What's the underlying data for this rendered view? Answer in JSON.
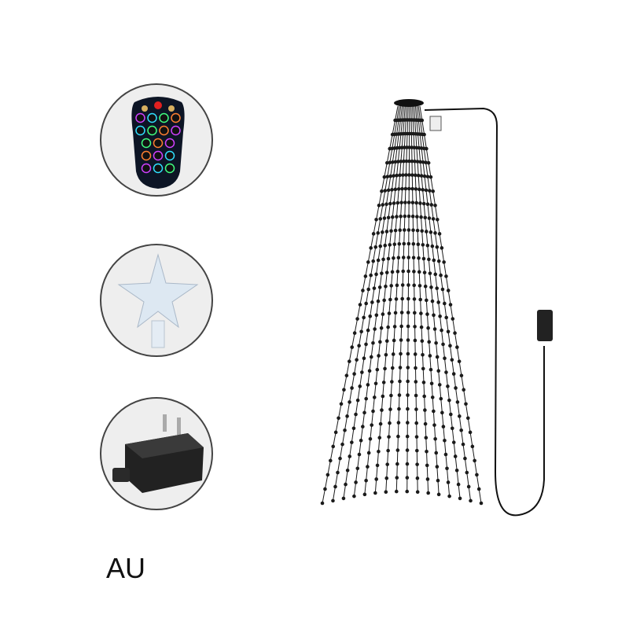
{
  "variant_label": "AU",
  "accessories": [
    {
      "name": "remote-control",
      "icon": "remote-icon"
    },
    {
      "name": "tree-topper-star",
      "icon": "star-icon"
    },
    {
      "name": "power-adapter",
      "icon": "plug-adapter-icon"
    }
  ],
  "colors": {
    "circle_border": "#444444",
    "circle_fill": "#eeeeee",
    "light_string": "#1a1a1a",
    "remote_body": "#0d1525"
  }
}
